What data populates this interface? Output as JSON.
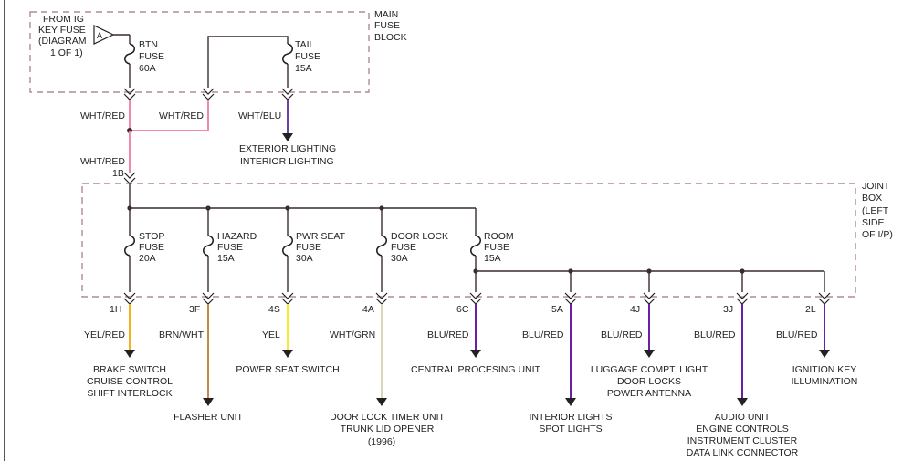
{
  "colors": {
    "wht_red": "#f08aa8",
    "wht_blu": "#6a3fa8",
    "yel_red": "#f2b21e",
    "brn_wht": "#c7894a",
    "yel": "#f4ec2c",
    "wht_grn": "#d9d6b8",
    "blu_red": "#6a1fa6",
    "bus": "#3a2a35",
    "box_dash": "#b08a9a"
  },
  "main_fuse_block": {
    "label_line1": "MAIN",
    "label_line2": "FUSE",
    "label_line3": "BLOCK",
    "source": {
      "line1": "FROM IG",
      "line2": "KEY FUSE",
      "line3": "(DIAGRAM",
      "line4": "1 OF 1)",
      "marker": "A"
    },
    "btn_fuse": {
      "line1": "BTN",
      "line2": "FUSE",
      "line3": "60A"
    },
    "tail_fuse": {
      "line1": "TAIL",
      "line2": "FUSE",
      "line3": "15A"
    }
  },
  "upper_wires": {
    "left_color": "WHT/RED",
    "middle_color": "WHT/RED",
    "tail_color": "WHT/BLU",
    "tail_dest_line1": "EXTERIOR LIGHTING",
    "tail_dest_line2": "INTERIOR LIGHTING",
    "feed_color": "WHT/RED",
    "feed_pin": "1B"
  },
  "joint_box": {
    "label_line1": "JOINT",
    "label_line2": "BOX",
    "label_line3": "(LEFT",
    "label_line4": "SIDE",
    "label_line5": "OF I/P)",
    "fuses": [
      {
        "name": "STOP",
        "word": "FUSE",
        "rating": "20A"
      },
      {
        "name": "HAZARD",
        "word": "FUSE",
        "rating": "15A"
      },
      {
        "name": "PWR SEAT",
        "word": "FUSE",
        "rating": "30A"
      },
      {
        "name": "DOOR LOCK",
        "word": "FUSE",
        "rating": "30A"
      },
      {
        "name": "ROOM",
        "word": "FUSE",
        "rating": "15A"
      }
    ]
  },
  "outputs": [
    {
      "pin": "1H",
      "wire": "YEL/RED",
      "dest1": "BRAKE SWITCH",
      "dest2": "CRUISE CONTROL",
      "dest3": "SHIFT INTERLOCK"
    },
    {
      "pin": "3F",
      "wire": "BRN/WHT",
      "dest1": "FLASHER UNIT"
    },
    {
      "pin": "4S",
      "wire": "YEL",
      "dest1": "POWER SEAT SWITCH"
    },
    {
      "pin": "4A",
      "wire": "WHT/GRN",
      "dest1": "DOOR LOCK TIMER UNIT",
      "dest2": "TRUNK LID OPENER",
      "dest3": "(1996)"
    },
    {
      "pin": "6C",
      "wire": "BLU/RED",
      "dest1": "CENTRAL PROCESING UNIT"
    },
    {
      "pin": "5A",
      "wire": "BLU/RED",
      "dest1": "INTERIOR LIGHTS",
      "dest2": "SPOT LIGHTS"
    },
    {
      "pin": "4J",
      "wire": "BLU/RED",
      "dest1": "LUGGAGE COMPT. LIGHT",
      "dest2": "DOOR LOCKS",
      "dest3": "POWER ANTENNA"
    },
    {
      "pin": "3J",
      "wire": "BLU/RED",
      "dest1": "AUDIO UNIT",
      "dest2": "ENGINE CONTROLS",
      "dest3": "INSTRUMENT CLUSTER",
      "dest4": "DATA LINK CONNECTOR"
    },
    {
      "pin": "2L",
      "wire": "BLU/RED",
      "dest1": "IGNITION KEY",
      "dest2": "ILLUMINATION"
    }
  ]
}
